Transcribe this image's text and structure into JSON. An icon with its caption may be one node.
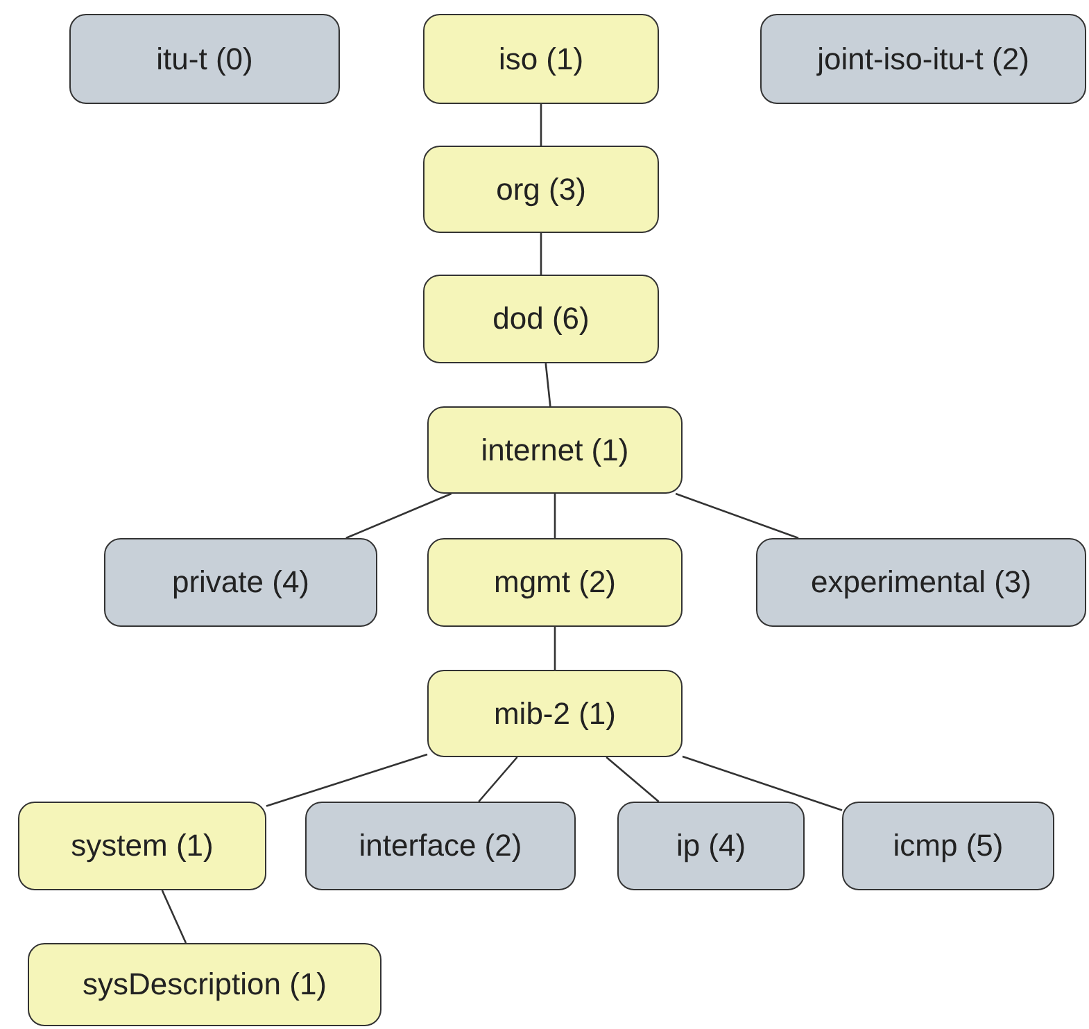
{
  "diagram": {
    "nodes": [
      {
        "text": [
          "itu-t (0)"
        ]
      },
      {
        "text": [
          "iso (1)"
        ]
      },
      {
        "text": [
          "joint-iso-itu-t (2)"
        ]
      },
      {
        "text": [
          "org (3)"
        ]
      },
      {
        "text": [
          "dod (6)"
        ]
      },
      {
        "text": [
          "internet (1)"
        ]
      },
      {
        "text": [
          "private (4)"
        ]
      },
      {
        "text": [
          "mgmt (2)"
        ]
      },
      {
        "text": [
          "experimental (3)"
        ]
      },
      {
        "text": [
          "mib-2 (1)"
        ]
      },
      {
        "text": [
          "system (1)"
        ]
      },
      {
        "text": [
          "interface (2)"
        ]
      },
      {
        "text": [
          "ip (4)"
        ]
      },
      {
        "text": [
          "icmp (5)"
        ]
      },
      {
        "text": [
          "sysDescription (1)"
        ]
      }
    ],
    "edges": [
      {
        "from": 1,
        "to": 3,
        "arrow": "none"
      },
      {
        "from": 3,
        "to": 4,
        "arrow": "none"
      },
      {
        "from": 4,
        "to": 5,
        "arrow": "none"
      },
      {
        "from": 5,
        "to": 6,
        "arrow": "none"
      },
      {
        "from": 5,
        "to": 7,
        "arrow": "none"
      },
      {
        "from": 5,
        "to": 8,
        "arrow": "none"
      },
      {
        "from": 7,
        "to": 9,
        "arrow": "none"
      },
      {
        "from": 9,
        "to": 10,
        "arrow": "none"
      },
      {
        "from": 9,
        "to": 11,
        "arrow": "none"
      },
      {
        "from": 9,
        "to": 12,
        "arrow": "none"
      },
      {
        "from": 9,
        "to": 13,
        "arrow": "none"
      },
      {
        "from": 10,
        "to": 14,
        "arrow": "none"
      }
    ]
  }
}
